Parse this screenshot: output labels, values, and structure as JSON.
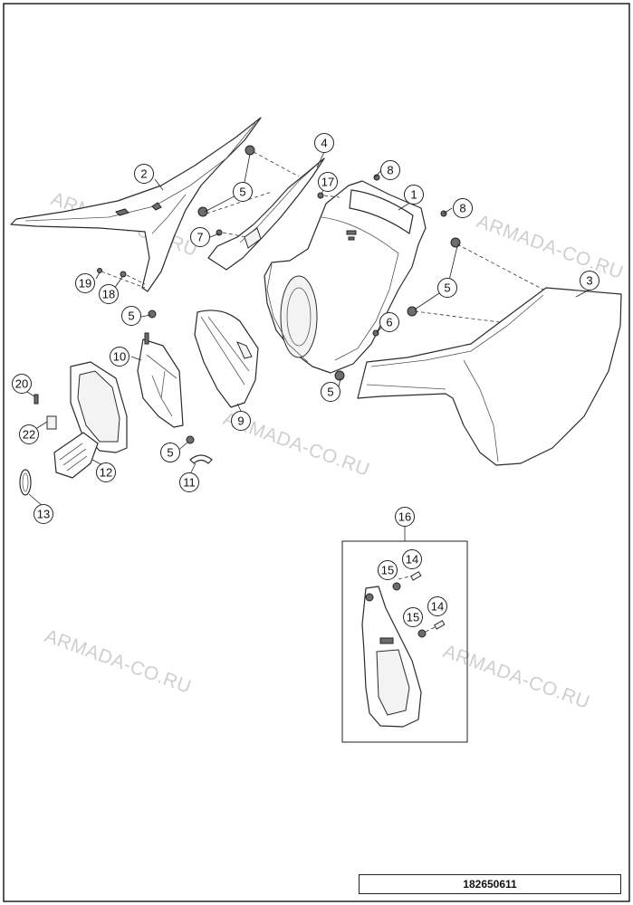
{
  "diagram": {
    "document_number": "182650611",
    "watermark_text": "ARMADA-CO.RU",
    "callouts": {
      "c1": "1",
      "c2": "2",
      "c3": "3",
      "c4": "4",
      "c5a": "5",
      "c5b": "5",
      "c5c": "5",
      "c5d": "5",
      "c5e": "5",
      "c6": "6",
      "c7": "7",
      "c8a": "8",
      "c8b": "8",
      "c9": "9",
      "c10": "10",
      "c11": "11",
      "c12": "12",
      "c13": "13",
      "c14a": "14",
      "c14b": "14",
      "c15a": "15",
      "c15b": "15",
      "c16": "16",
      "c17": "17",
      "c18": "18",
      "c19": "19",
      "c20": "20",
      "c22": "22"
    }
  }
}
